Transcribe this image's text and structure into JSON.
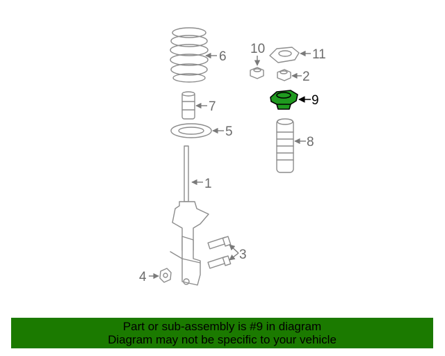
{
  "callouts": {
    "c1": "1",
    "c2": "2",
    "c3": "3",
    "c4": "4",
    "c5": "5",
    "c6": "6",
    "c7": "7",
    "c8": "8",
    "c9": "9",
    "c10": "10",
    "c11": "11"
  },
  "highlighted_part": "9",
  "colors": {
    "highlight": "#1f9a1f",
    "banner": "#1b7a00"
  },
  "banner": {
    "line1": "Part or sub-assembly is #9 in diagram",
    "line2": "Diagram may not be specific to your vehicle"
  }
}
